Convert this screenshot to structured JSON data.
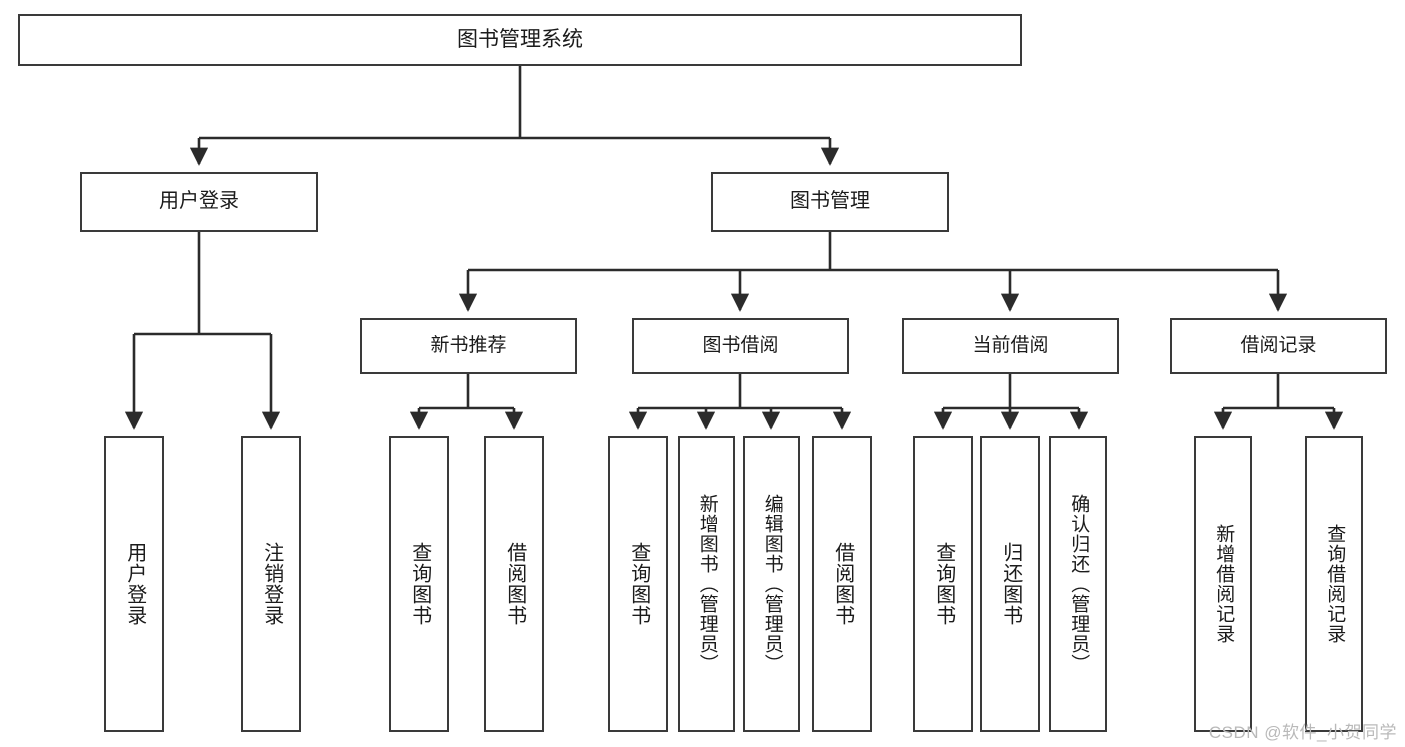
{
  "diagram": {
    "title": "图书管理系统",
    "type": "tree-hierarchy-flowchart",
    "watermark": "CSDN @软件_小贺同学",
    "colors": {
      "background": "#ffffff",
      "box_border": "#3a3a3a",
      "box_fill": "#ffffff",
      "connector": "#2b2b2b",
      "text": "#1b1b1b",
      "watermark": "#b9b9b9"
    }
  },
  "root": {
    "label": "图书管理系统"
  },
  "level1": [
    {
      "label": "用户登录"
    },
    {
      "label": "图书管理"
    }
  ],
  "level2": [
    {
      "label": "新书推荐"
    },
    {
      "label": "图书借阅"
    },
    {
      "label": "当前借阅"
    },
    {
      "label": "借阅记录"
    }
  ],
  "leaves": {
    "user_login": [
      {
        "label": "用户登录"
      },
      {
        "label": "注销登录"
      }
    ],
    "new_book_recommend": [
      {
        "label": "查询图书"
      },
      {
        "label": "借阅图书"
      }
    ],
    "book_borrow": [
      {
        "label": "查询图书"
      },
      {
        "label": "新增图书（管理员）"
      },
      {
        "label": "编辑图书（管理员）"
      },
      {
        "label": "借阅图书"
      }
    ],
    "current_borrow": [
      {
        "label": "查询图书"
      },
      {
        "label": "归还图书"
      },
      {
        "label": "确认归还（管理员）"
      }
    ],
    "borrow_record": [
      {
        "label": "新增借阅记录"
      },
      {
        "label": "查询借阅记录"
      }
    ]
  }
}
